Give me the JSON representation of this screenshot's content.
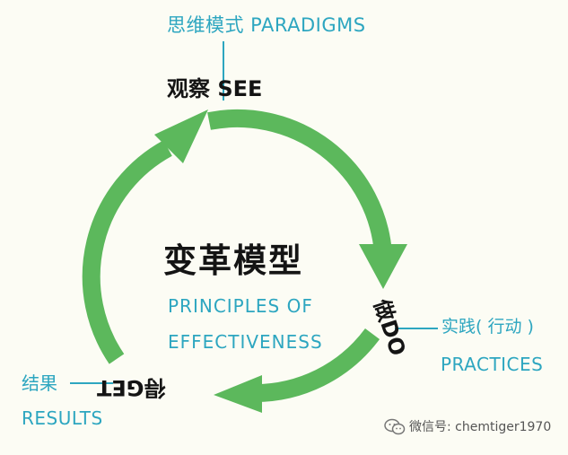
{
  "labels": {
    "paradigms": "思维模式  PARADIGMS",
    "see": "观察 SEE",
    "title": "变革模型",
    "center_line1": "PRINCIPLES  OF",
    "center_line2": "EFFECTIVENESS",
    "do": "做DO",
    "practices_cn": "实践(  行动 )",
    "practices_en": "PRACTICES",
    "get": "得GET",
    "results_cn": "结果",
    "results_en": "RESULTS"
  },
  "watermark": {
    "text": "微信号: chemtiger1970",
    "icon": "wechat-icon"
  },
  "colors": {
    "arrow_green": "#5cb85c",
    "label_teal": "#2da6c0",
    "text_dark": "#141414"
  }
}
